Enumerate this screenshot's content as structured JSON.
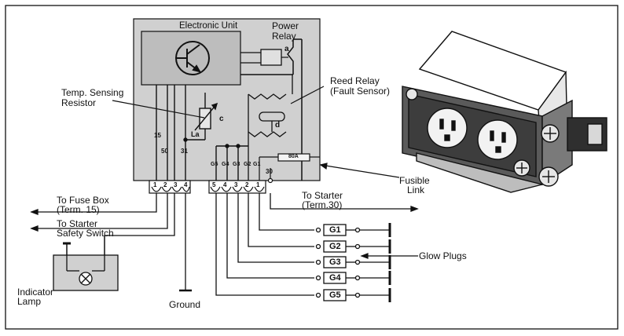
{
  "labels": {
    "electronic_unit": "Electronic Unit",
    "power_relay": [
      "Power",
      "Relay"
    ],
    "temp_sensor": [
      "Temp. Sensing",
      "Resistor"
    ],
    "reed_relay": [
      "Reed Relay",
      "(Fault Sensor)"
    ],
    "fuse_box": [
      "To Fuse Box",
      "(Term. 15)"
    ],
    "starter_safety": [
      "To Starter",
      "Safety Switch"
    ],
    "to_starter": [
      "To Starter",
      "(Term.30)"
    ],
    "fusible_link": [
      "Fusible",
      "Link"
    ],
    "glow_plugs": "Glow Plugs",
    "indicator_lamp": [
      "Indicator",
      "Lamp"
    ],
    "ground": "Ground"
  },
  "component_letters": {
    "a": "a",
    "c": "c",
    "d": "d",
    "la": "La",
    "fuse_rating": "80A"
  },
  "wire_numbers": [
    "15",
    "50",
    "31"
  ],
  "terminal_numbers_left": [
    "1",
    "2",
    "3",
    "4"
  ],
  "terminal_numbers_right": [
    "5",
    "4",
    "3",
    "2",
    "1"
  ],
  "terminal_groups_right": [
    "G5",
    "G4",
    "G3",
    "G2",
    "G1"
  ],
  "terminal_30": "30",
  "glow_plugs": [
    "G1",
    "G2",
    "G3",
    "G4",
    "G5"
  ],
  "colors": {
    "box_fill": "#cfcfcf",
    "line": "#111111"
  }
}
